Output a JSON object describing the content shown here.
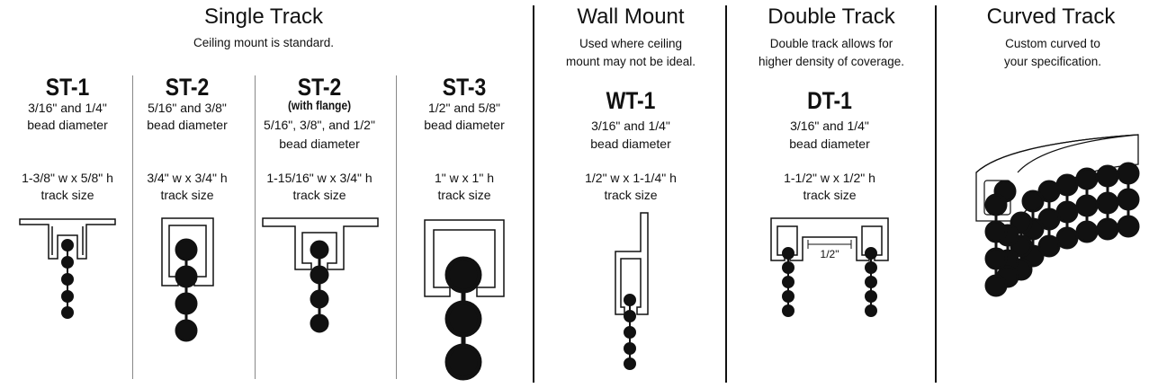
{
  "single": {
    "title": "Single Track",
    "subtitle": "Ceiling mount is standard.",
    "models": [
      {
        "name": "ST-1",
        "bead1": "3/16\" and 1/4\"",
        "bead2": "bead diameter",
        "size1": "1-3/8\" w x 5/8\" h",
        "size2": "track size"
      },
      {
        "name": "ST-2",
        "bead1": "5/16\" and 3/8\"",
        "bead2": "bead diameter",
        "size1": "3/4\" w x 3/4\" h",
        "size2": "track size"
      },
      {
        "name": "ST-2",
        "note": "(with flange)",
        "bead1": "5/16\", 3/8\", and 1/2\"",
        "bead2": "bead diameter",
        "size1": "1-15/16\" w x 3/4\" h",
        "size2": "track size"
      },
      {
        "name": "ST-3",
        "bead1": "1/2\" and 5/8\"",
        "bead2": "bead diameter",
        "size1": "1\" w x 1\" h",
        "size2": "track size"
      }
    ]
  },
  "wall": {
    "title": "Wall Mount",
    "subtitle1": "Used where ceiling",
    "subtitle2": "mount may not be ideal.",
    "model": {
      "name": "WT-1",
      "bead1": "3/16\" and 1/4\"",
      "bead2": "bead diameter",
      "size1": "1/2\" w x 1-1/4\" h",
      "size2": "track size"
    }
  },
  "double": {
    "title": "Double Track",
    "subtitle1": "Double track allows for",
    "subtitle2": "higher density of coverage.",
    "model": {
      "name": "DT-1",
      "bead1": "3/16\" and 1/4\"",
      "bead2": "bead diameter",
      "size1": "1-1/2\" w x 1/2\" h",
      "size2": "track size"
    },
    "dimension": "1/2\""
  },
  "curved": {
    "title": "Curved Track",
    "subtitle1": "Custom curved to",
    "subtitle2": "your specification."
  }
}
